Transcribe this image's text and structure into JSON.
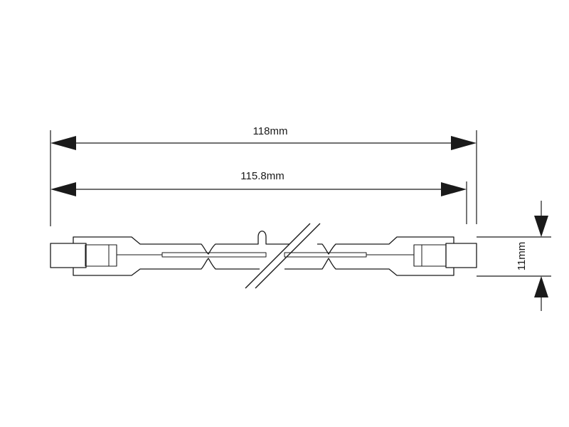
{
  "dimensions": {
    "overall_length": "118mm",
    "contact_length": "115.8mm",
    "diameter": "11mm"
  },
  "colors": {
    "line": "#1a1a1a",
    "background": "#ffffff"
  }
}
